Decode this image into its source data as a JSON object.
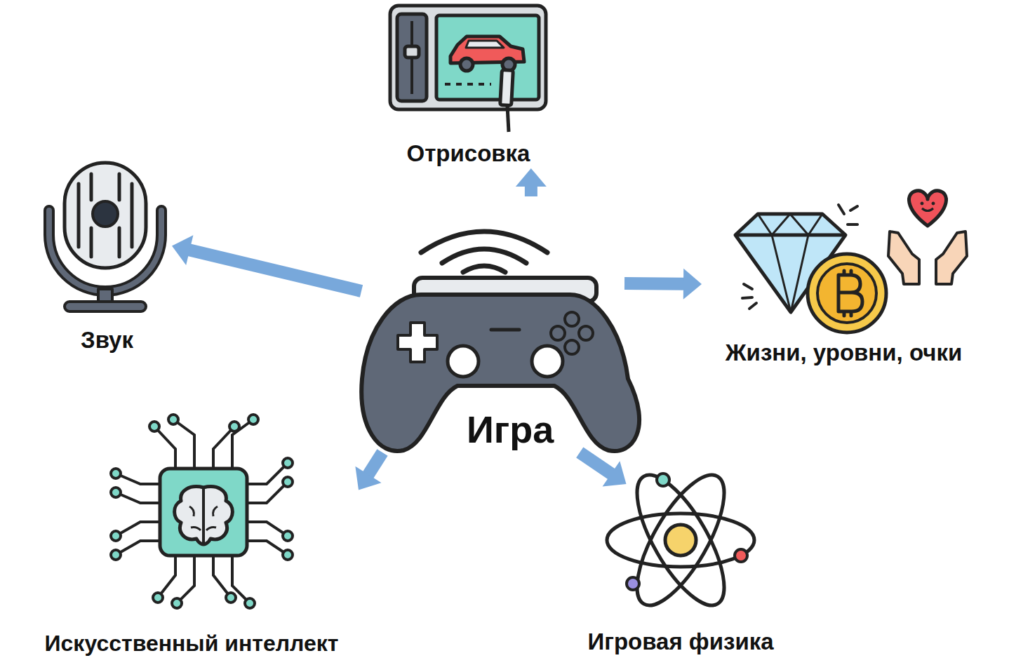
{
  "diagram": {
    "nodes": [
      {
        "text": [
          "Отрисовка"
        ]
      },
      {
        "text": [
          "Звук"
        ]
      },
      {
        "text": [
          "Жизни, уровни, очки"
        ]
      },
      {
        "text": [
          "Игра"
        ]
      },
      {
        "text": [
          "Искусственный интеллект"
        ]
      },
      {
        "text": [
          "Игровая физика"
        ]
      }
    ],
    "edges": [
      {
        "from": 3,
        "to": 0,
        "arrow": "to"
      },
      {
        "from": 3,
        "to": 1,
        "arrow": "to"
      },
      {
        "from": 3,
        "to": 2,
        "arrow": "to"
      },
      {
        "from": 3,
        "to": 4,
        "arrow": "to"
      },
      {
        "from": 3,
        "to": 5,
        "arrow": "to"
      }
    ]
  }
}
